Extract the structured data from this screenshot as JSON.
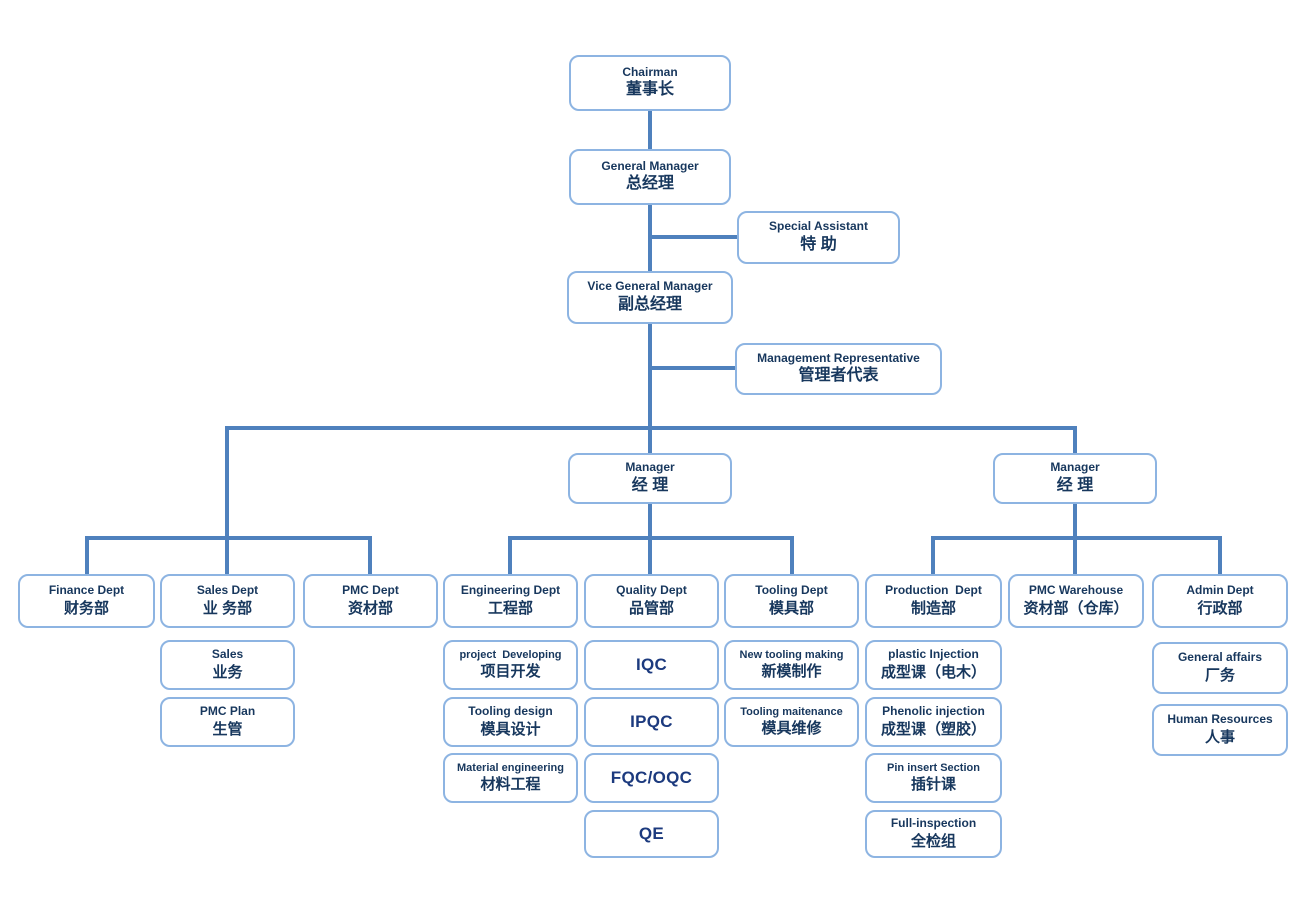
{
  "colors": {
    "background": "#ffffff",
    "box_border": "#8db4e2",
    "text": "#17375d",
    "code_text": "#1c3a7e",
    "connector": "#4f81bd"
  },
  "nodes": {
    "chairman": {
      "en": "Chairman",
      "zh": "董事长"
    },
    "general_manager": {
      "en": "General Manager",
      "zh": "总经理"
    },
    "special_assistant": {
      "en": "Special Assistant",
      "zh": "特 助"
    },
    "vice_general_manager": {
      "en": "Vice General Manager",
      "zh": "副总经理"
    },
    "management_representative": {
      "en": "Management Representative",
      "zh": "管理者代表"
    },
    "manager_mid": {
      "en": "Manager",
      "zh": "经 理"
    },
    "manager_right": {
      "en": "Manager",
      "zh": "经 理"
    },
    "finance_dept": {
      "en": "Finance Dept",
      "zh": "财务部"
    },
    "sales_dept": {
      "en": "Sales Dept",
      "zh": "业 务部"
    },
    "pmc_dept": {
      "en": "PMC Dept",
      "zh": "资材部"
    },
    "engineering_dept": {
      "en": "Engineering Dept",
      "zh": "工程部"
    },
    "quality_dept": {
      "en": "Quality Dept",
      "zh": "品管部"
    },
    "tooling_dept": {
      "en": "Tooling Dept",
      "zh": "模具部"
    },
    "production_dept": {
      "en": "Production  Dept",
      "zh": "制造部"
    },
    "pmc_warehouse": {
      "en": "PMC Warehouse",
      "zh": "资材部（仓库）"
    },
    "admin_dept": {
      "en": "Admin Dept",
      "zh": "行政部"
    },
    "sales": {
      "en": "Sales",
      "zh": "业务"
    },
    "pmc_plan": {
      "en": "PMC Plan",
      "zh": "生管"
    },
    "project_developing": {
      "en": "project  Developing",
      "zh": "项目开发"
    },
    "tooling_design": {
      "en": "Tooling design",
      "zh": "模具设计"
    },
    "material_engineering": {
      "en": "Material engineering",
      "zh": "材料工程"
    },
    "iqc": {
      "en": "IQC"
    },
    "ipqc": {
      "en": "IPQC"
    },
    "fqc_oqc": {
      "en": "FQC/OQC"
    },
    "qe": {
      "en": "QE"
    },
    "new_tooling_making": {
      "en": "New tooling making",
      "zh": "新模制作"
    },
    "tooling_maintenance": {
      "en": "Tooling maitenance",
      "zh": "模具维修"
    },
    "plastic_injection": {
      "en": "plastic Injection",
      "zh": "成型课（电木）"
    },
    "phenolic_injection": {
      "en": "Phenolic injection",
      "zh": "成型课（塑胶）"
    },
    "pin_insert_section": {
      "en": "Pin insert Section",
      "zh": "插针课"
    },
    "full_inspection": {
      "en": "Full-inspection",
      "zh": "全检组"
    },
    "general_affairs": {
      "en": "General affairs",
      "zh": "厂务"
    },
    "human_resources": {
      "en": "Human Resources",
      "zh": "人事"
    }
  },
  "edges": [
    "chairman > general_manager",
    "general_manager > special_assistant",
    "general_manager > vice_general_manager",
    "vice_general_manager > management_representative",
    "vice_general_manager > finance_dept",
    "vice_general_manager > sales_dept",
    "vice_general_manager > pmc_dept",
    "vice_general_manager > manager_mid",
    "vice_general_manager > manager_right",
    "manager_mid > engineering_dept",
    "manager_mid > quality_dept",
    "manager_mid > tooling_dept",
    "manager_right > production_dept",
    "manager_right > pmc_warehouse",
    "manager_right > admin_dept"
  ],
  "stacked_groups": {
    "sales_dept": [
      "sales",
      "pmc_plan"
    ],
    "engineering_dept": [
      "project_developing",
      "tooling_design",
      "material_engineering"
    ],
    "quality_dept": [
      "iqc",
      "ipqc",
      "fqc_oqc",
      "qe"
    ],
    "tooling_dept": [
      "new_tooling_making",
      "tooling_maintenance"
    ],
    "production_dept": [
      "plastic_injection",
      "phenolic_injection",
      "pin_insert_section",
      "full_inspection"
    ],
    "admin_dept": [
      "general_affairs",
      "human_resources"
    ]
  }
}
